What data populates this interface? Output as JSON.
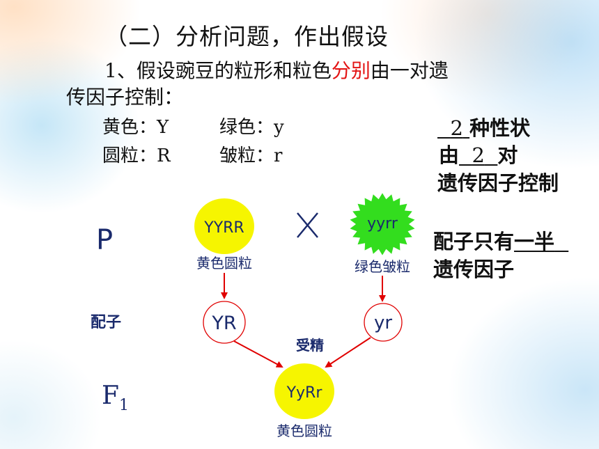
{
  "heading": "（二）分析问题，作出假设",
  "hypothesis": {
    "part1": "1、假设豌豆的粒形和粒色",
    "highlight": "分别",
    "part2": "由一对遗",
    "part3": "传因子控制："
  },
  "genes": {
    "yellow": "黄色：Y",
    "green": "绿色：y",
    "round": "圆粒：R",
    "wrinkled": "皱粒：r"
  },
  "traits_note": {
    "count_traits": "2",
    "traits_suffix": "种性状",
    "by_prefix": "由",
    "count_pairs": "2",
    "pairs_suffix": "对",
    "line3": "遗传因子控制"
  },
  "gamete_note": {
    "prefix": "配子只有",
    "blank": "一半",
    "line2": "遗传因子"
  },
  "labels": {
    "P": "P",
    "gamete": "配子",
    "F1_main": "F",
    "F1_sub": "1",
    "fertilization": "受精"
  },
  "parents": {
    "left_genotype": "YYRR",
    "left_phenotype": "黄色圆粒",
    "right_genotype": "yyrr",
    "right_phenotype": "绿色皱粒"
  },
  "gametes": {
    "left": "YR",
    "right": "yr"
  },
  "offspring": {
    "genotype": "YyRr",
    "phenotype": "黄色圆粒"
  },
  "colors": {
    "yellow_fill": "#f6f500",
    "green_fill": "#33dd1e",
    "arrow_red": "#e00000",
    "navy_text": "#1a2a6c",
    "highlight_red": "#e31414"
  }
}
